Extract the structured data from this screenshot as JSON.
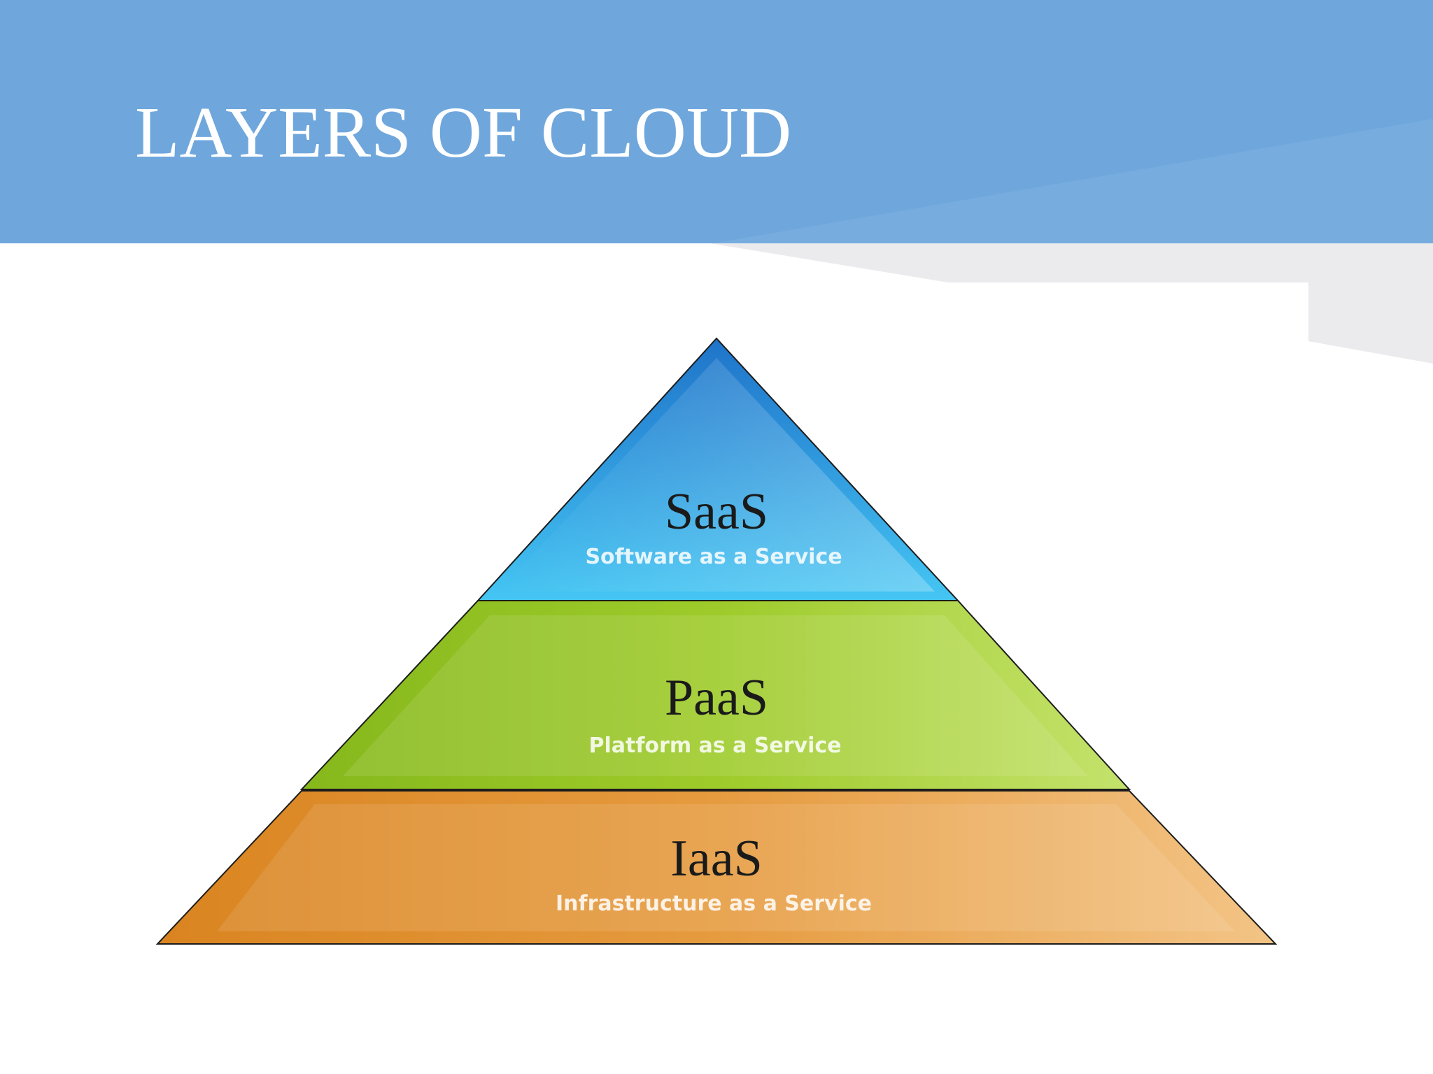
{
  "slide": {
    "title": "LAYERS OF CLOUD"
  },
  "pyramid": {
    "layers": [
      {
        "abbr": "SaaS",
        "full": "Software as a Service",
        "color": "#3fb0e8"
      },
      {
        "abbr": "PaaS",
        "full": "Platform as a Service",
        "color": "#9ccc2c"
      },
      {
        "abbr": "IaaS",
        "full": "Infrastructure as a Service",
        "color": "#e7942e"
      }
    ]
  },
  "colors": {
    "header": "#6fa7dc",
    "header_highlight": "#7eb1e2",
    "accent_shape": "#ebebee"
  }
}
